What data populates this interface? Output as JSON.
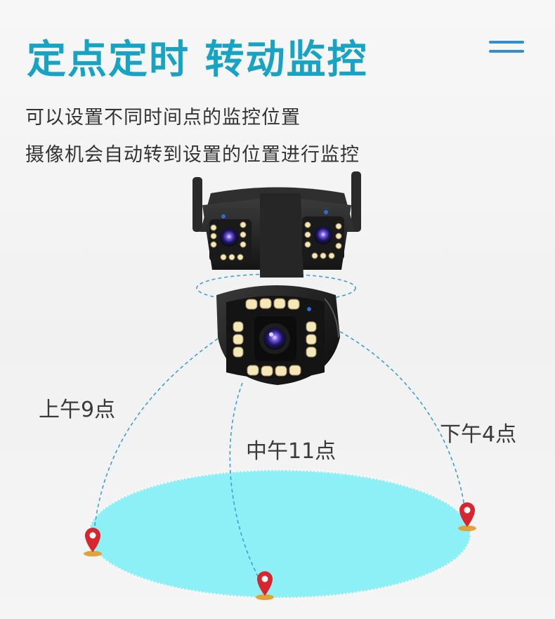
{
  "title": "定点定时 转动监控",
  "subtitle_lines": [
    "可以设置不同时间点的监控位置",
    "摄像机会自动转到设置的位置进行监控"
  ],
  "time_labels": {
    "morning": "上午9点",
    "noon": "中午11点",
    "afternoon": "下午4点"
  },
  "icons": [
    "menu-icon",
    "location-pin-icon",
    "camera-illustration"
  ],
  "colors": {
    "title": "#16a3c4",
    "menu": "#2e8fd6",
    "zone_fill": "#8ef0f7",
    "dashed_line": "#3aa0d8",
    "pin": "#d8262f"
  }
}
